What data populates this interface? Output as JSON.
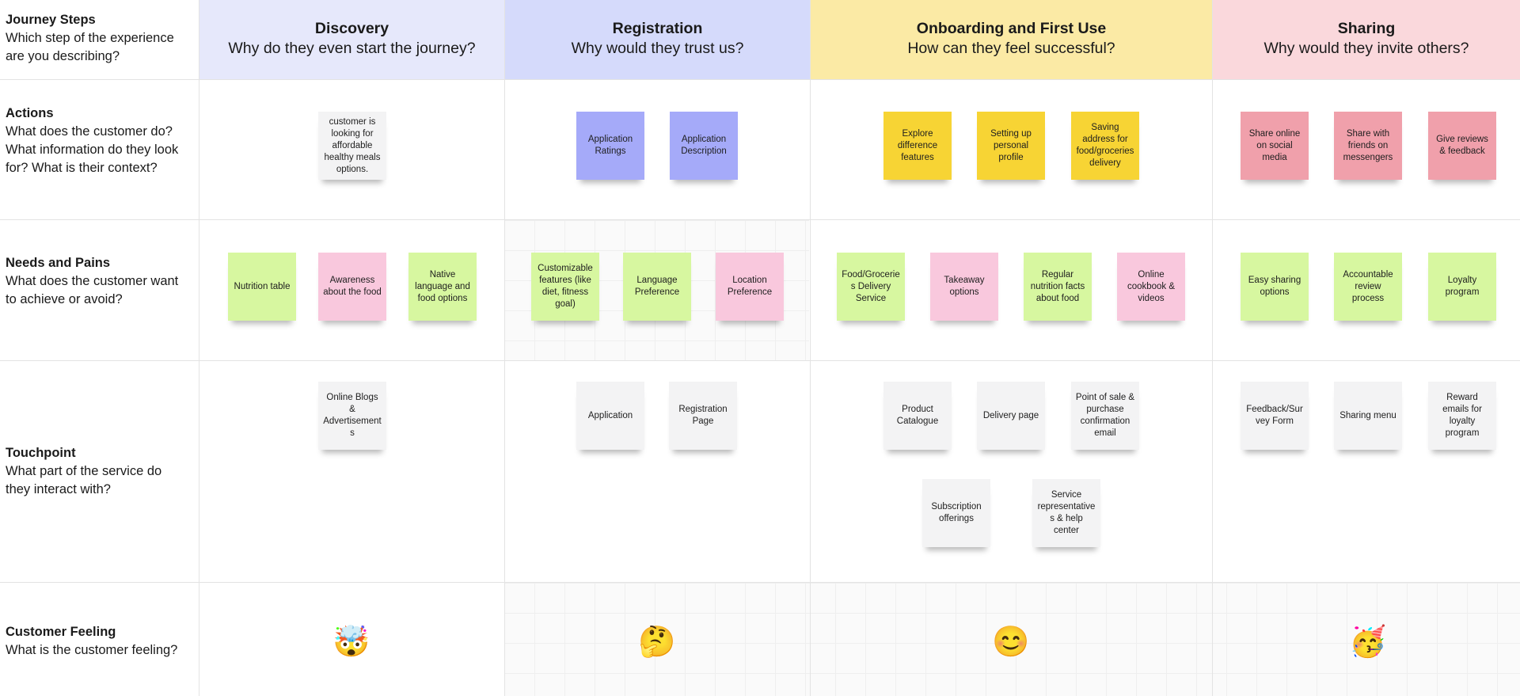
{
  "rows": [
    {
      "title": "Journey Steps",
      "desc": "Which step of the experience are you describing?"
    },
    {
      "title": "Actions",
      "desc": "What does the customer do? What information do they look for? What is their context?"
    },
    {
      "title": "Needs and Pains",
      "desc": "What does the customer want to achieve or avoid?"
    },
    {
      "title": "Touchpoint",
      "desc": "What part of the service do they interact with?"
    },
    {
      "title": "Customer Feeling",
      "desc": "What is the customer feeling?"
    }
  ],
  "columns": [
    {
      "title": "Discovery",
      "question": "Why do they even start the journey?",
      "color": "#e6e8fb"
    },
    {
      "title": "Registration",
      "question": "Why would they trust us?",
      "color": "#d5dafb"
    },
    {
      "title": "Onboarding and First Use",
      "question": "How can they feel successful?",
      "color": "#fbeaa5"
    },
    {
      "title": "Sharing",
      "question": "Why would they invite others?",
      "color": "#fad8dc"
    }
  ],
  "stickies": {
    "actions": [
      [
        "customer is looking for affordable healthy meals options."
      ],
      [
        "Application Ratings",
        "Application Description"
      ],
      [
        "Explore difference features",
        "Setting up personal profile",
        "Saving address for food/groceries delivery"
      ],
      [
        "Share online on social media",
        "Share with friends on messengers",
        "Give reviews & feedback"
      ]
    ],
    "needs": [
      [
        "Nutrition table",
        "Awareness about the food",
        "Native language and food options"
      ],
      [
        "Customizable features (like diet, fitness goal)",
        "Language Preference",
        "Location Preference"
      ],
      [
        "Food/Groceries Delivery Service",
        "Takeaway options",
        "Regular nutrition facts about food",
        "Online cookbook & videos"
      ],
      [
        "Easy sharing options",
        "Accountable review process",
        "Loyalty program"
      ]
    ],
    "touchpoints": [
      [
        "Online Blogs & Advertisements"
      ],
      [
        "Application",
        "Registration Page"
      ],
      [
        "Product Catalogue",
        "Delivery page",
        "Point of sale & purchase confirmation email",
        "Subscription offerings",
        "Service representatives & help center"
      ],
      [
        "Feedback/Survey Form",
        "Sharing menu",
        "Reward emails for loyalty program"
      ]
    ]
  },
  "feelings": [
    "🤯",
    "🤔",
    "😊",
    "🥳"
  ],
  "colors": {
    "white": "#f3f3f4",
    "blue": "#a5aaf9",
    "yellow": "#f7d434",
    "pink_red": "#f0a0ab",
    "green": "#d7f7a0",
    "pink": "#f9c8dd"
  }
}
